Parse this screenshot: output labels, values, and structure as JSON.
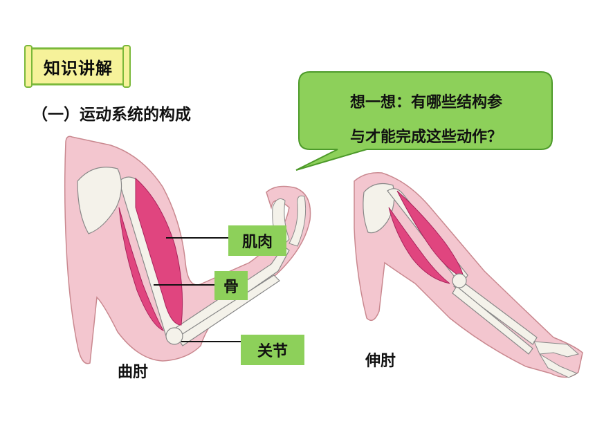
{
  "banner": {
    "title": "知识讲解"
  },
  "section": {
    "heading": "（一）运动系统的构成"
  },
  "bubble": {
    "line1": "想一想：有哪些结构参",
    "line2": "与才能完成这些动作？"
  },
  "labels": {
    "muscle": "肌肉",
    "bone": "骨",
    "joint": "关节"
  },
  "captions": {
    "flexion": "曲肘",
    "extension": "伸肘"
  },
  "colors": {
    "banner_fill": "#f6f29a",
    "banner_border": "#7ab83a",
    "bubble_fill": "#8dd05a",
    "bubble_border": "#4d9a2a",
    "skin": "#f3c6cf",
    "muscle": "#e0457f",
    "bone": "#f4f2ea"
  }
}
